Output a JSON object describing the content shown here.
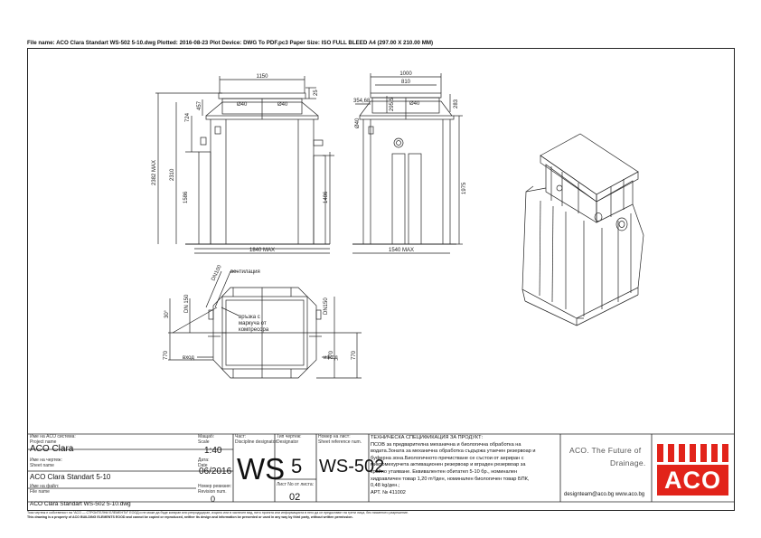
{
  "header": "File name: ACO Clara Standart WS-502 5-10.dwg   Plotted: 2016-08-23   Plot Device: DWG To PDF.pc3   Paper Size: ISO FULL BLEED A4 (297.00 X 210.00 MM)",
  "dims": {
    "front_width": "1150",
    "front_d1": "Ø40",
    "front_d2": "Ø40",
    "front_457": "457",
    "front_724": "724",
    "front_2382": "2382 MAX",
    "front_2310": "2310",
    "front_1586": "1586",
    "front_1486": "1486",
    "front_25": "25",
    "front_base": "1840 MAX",
    "side_1000": "1000",
    "side_810": "810",
    "side_354": "354,68",
    "side_295": "295,5",
    "side_d40": "Ø40",
    "side_283": "283",
    "side_d40b": "Ø40",
    "side_1975": "1975",
    "side_base": "1540 MAX",
    "plan_dn100": "DN100",
    "plan_ventilation": "вентилация",
    "plan_dn150a": "DN 150",
    "plan_dn150b": "DN150",
    "plan_30": "30°",
    "plan_hose_1": "връзка с",
    "plan_hose_2": "маркуча от",
    "plan_hose_3": "компресора",
    "plan_inlet": "вход",
    "plan_outlet": "изход",
    "plan_770a": "770",
    "plan_770b": "770",
    "plan_770c": "770"
  },
  "titleblock": {
    "system_label": "Име на ACO система:",
    "system_label_en": "Project name",
    "system_value": "ACO Clara",
    "sheet_label": "Име на чертеж:",
    "sheet_label_en": "Sheet name",
    "sheet_value": "ACO Clara Standart 5-10",
    "file_label": "Име на файл:",
    "file_label_en": "File name",
    "file_value": "ACO Clara Standart WS-502 5-10.dwg",
    "scale_label": "Мащаб:",
    "scale_label_en": "Scale",
    "scale_value": "1:40",
    "date_label": "Дата:",
    "date_label_en": "Date",
    "date_value": "06/2016",
    "rev_label": "Номер ревизия:",
    "rev_label_en": "Revision num.",
    "rev_value": "0",
    "part_label": "Част:",
    "part_label_en": "Discipline designator",
    "part_value": "WS",
    "type_label": "Тип чертеж:",
    "type_label_en": "Designator",
    "type_value": "5",
    "sheets_label": "Лист No от листа:",
    "sheets_value": "02",
    "number_label": "Номер на лист:",
    "number_label_en": "Sheet reference num.",
    "number_value": "WS-502",
    "spec_title": "ТЕХНИЧЕСКА СПЕЦИФИКАЦИЯ ЗА ПРОДУКТ:",
    "spec_lines": [
      "ПСОВ за предварителна механична и биологична обработка на",
      "водата.Зоната за механична обработка съдържа утаечен резервоар и",
      "буферна зона.Биологичното пречистване се състои от аериран с",
      "микромехурчета активационен резервоар и вграден резервоар за",
      "крайно утаяване. Еквивалентен обитател 5-10 бр., номинален",
      "хидравличен товар 1,20 m³/ден, номинален биологичен товар БПК,",
      "0,48 kg/ден.;",
      "АРТ. № 411002"
    ],
    "brand_line1": "ACO. The Future of",
    "brand_line2": "Drainage.",
    "brand_contact": "designteam@aco.bg   www.aco.bg",
    "logo_text": "ACO"
  },
  "footer": {
    "line1": "Този чертеж е собственост на \"ACO — СТРОИТЕЛНИ ЕЛЕМЕНТИ\" ЕООД и не може да бъде копиран или репродуциран, изцяло или в частичен вид, нито проекта или информацията в него да се предоставят на трети лица, без писменото разрешение.",
    "line2": "This drawing is a property of ACO BUILDING ELEMENTS EOOD and cannot be copied or reproduced, neither its design and information be presented or used in any way by third party, without written permission."
  }
}
